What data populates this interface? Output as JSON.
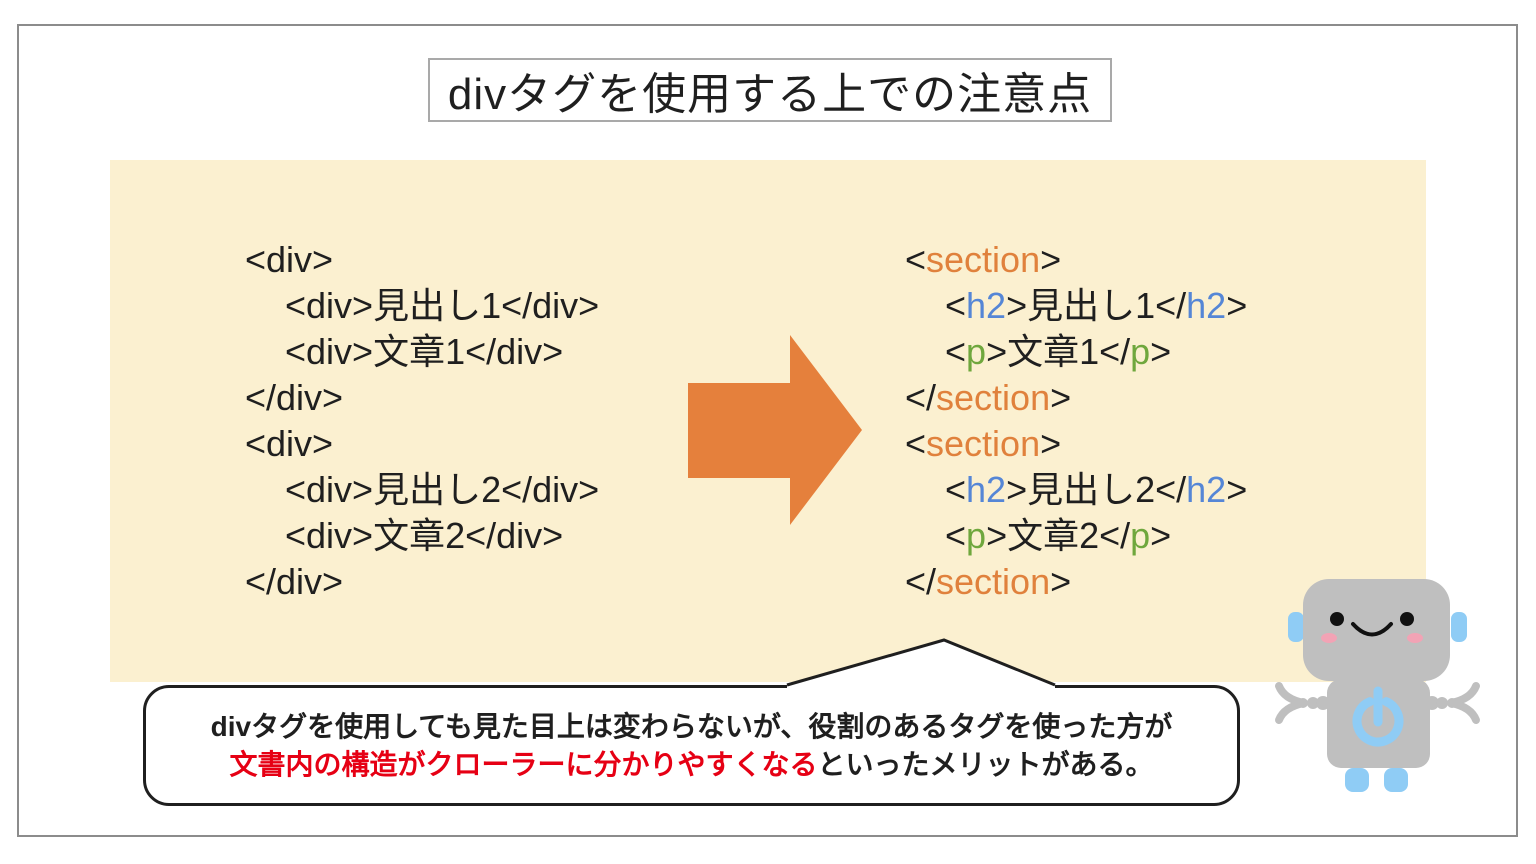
{
  "colors": {
    "code_default": "#1f1f1f",
    "tag_section": "#E0813C",
    "tag_h2": "#5586D6",
    "tag_p": "#6FA73D",
    "arrow_orange": "#E5803C",
    "red_highlight": "#E60014",
    "panel_cream": "#FBF0D0",
    "frame_gray": "#8C8C8C",
    "robot_gray": "#BFBFBF",
    "robot_blue": "#8FCCF5",
    "cheek_pink": "#F2A3B5"
  },
  "title": {
    "text": "divタグを使用する上での注意点"
  },
  "code_left": {
    "lines": [
      {
        "indent": 0,
        "tokens": [
          {
            "t": "<div>",
            "c": "code_default"
          }
        ]
      },
      {
        "indent": 1,
        "tokens": [
          {
            "t": "<div>見出し1</div>",
            "c": "code_default"
          }
        ]
      },
      {
        "indent": 1,
        "tokens": [
          {
            "t": "<div>文章1</div>",
            "c": "code_default"
          }
        ]
      },
      {
        "indent": 0,
        "tokens": [
          {
            "t": "</div>",
            "c": "code_default"
          }
        ]
      },
      {
        "indent": 0,
        "tokens": [
          {
            "t": "<div>",
            "c": "code_default"
          }
        ]
      },
      {
        "indent": 1,
        "tokens": [
          {
            "t": "<div>見出し2</div>",
            "c": "code_default"
          }
        ]
      },
      {
        "indent": 1,
        "tokens": [
          {
            "t": "<div>文章2</div>",
            "c": "code_default"
          }
        ]
      },
      {
        "indent": 0,
        "tokens": [
          {
            "t": "</div>",
            "c": "code_default"
          }
        ]
      }
    ]
  },
  "code_right": {
    "lines": [
      {
        "indent": 0,
        "tokens": [
          {
            "t": "<",
            "c": "code_default"
          },
          {
            "t": "section",
            "c": "tag_section"
          },
          {
            "t": ">",
            "c": "code_default"
          }
        ]
      },
      {
        "indent": 1,
        "tokens": [
          {
            "t": "<",
            "c": "code_default"
          },
          {
            "t": "h2",
            "c": "tag_h2"
          },
          {
            "t": ">見出し1</",
            "c": "code_default"
          },
          {
            "t": "h2",
            "c": "tag_h2"
          },
          {
            "t": ">",
            "c": "code_default"
          }
        ]
      },
      {
        "indent": 1,
        "tokens": [
          {
            "t": "<",
            "c": "code_default"
          },
          {
            "t": "p",
            "c": "tag_p"
          },
          {
            "t": ">文章1</",
            "c": "code_default"
          },
          {
            "t": "p",
            "c": "tag_p"
          },
          {
            "t": ">",
            "c": "code_default"
          }
        ]
      },
      {
        "indent": 0,
        "tokens": [
          {
            "t": "</",
            "c": "code_default"
          },
          {
            "t": "section",
            "c": "tag_section"
          },
          {
            "t": ">",
            "c": "code_default"
          }
        ]
      },
      {
        "indent": 0,
        "tokens": [
          {
            "t": "<",
            "c": "code_default"
          },
          {
            "t": "section",
            "c": "tag_section"
          },
          {
            "t": ">",
            "c": "code_default"
          }
        ]
      },
      {
        "indent": 1,
        "tokens": [
          {
            "t": "<",
            "c": "code_default"
          },
          {
            "t": "h2",
            "c": "tag_h2"
          },
          {
            "t": ">見出し2</",
            "c": "code_default"
          },
          {
            "t": "h2",
            "c": "tag_h2"
          },
          {
            "t": ">",
            "c": "code_default"
          }
        ]
      },
      {
        "indent": 1,
        "tokens": [
          {
            "t": "<",
            "c": "code_default"
          },
          {
            "t": "p",
            "c": "tag_p"
          },
          {
            "t": ">文章2</",
            "c": "code_default"
          },
          {
            "t": "p",
            "c": "tag_p"
          },
          {
            "t": ">",
            "c": "code_default"
          }
        ]
      },
      {
        "indent": 0,
        "tokens": [
          {
            "t": "</",
            "c": "code_default"
          },
          {
            "t": "section",
            "c": "tag_section"
          },
          {
            "t": ">",
            "c": "code_default"
          }
        ]
      }
    ]
  },
  "bubble": {
    "lines": [
      {
        "indent": 0,
        "tokens": [
          {
            "t": "divタグを使用しても見た目上は変わらないが、役割のあるタグを使った方が",
            "c": "code_default"
          }
        ]
      },
      {
        "indent": 0,
        "tokens": [
          {
            "t": "文書内の構造がクローラーに分かりやすくなる",
            "c": "red_highlight"
          },
          {
            "t": "といったメリットがある。",
            "c": "code_default"
          }
        ]
      }
    ]
  },
  "icons": {
    "arrow": "right-arrow-icon",
    "power": "power-icon",
    "mascot": "robot-mascot"
  }
}
